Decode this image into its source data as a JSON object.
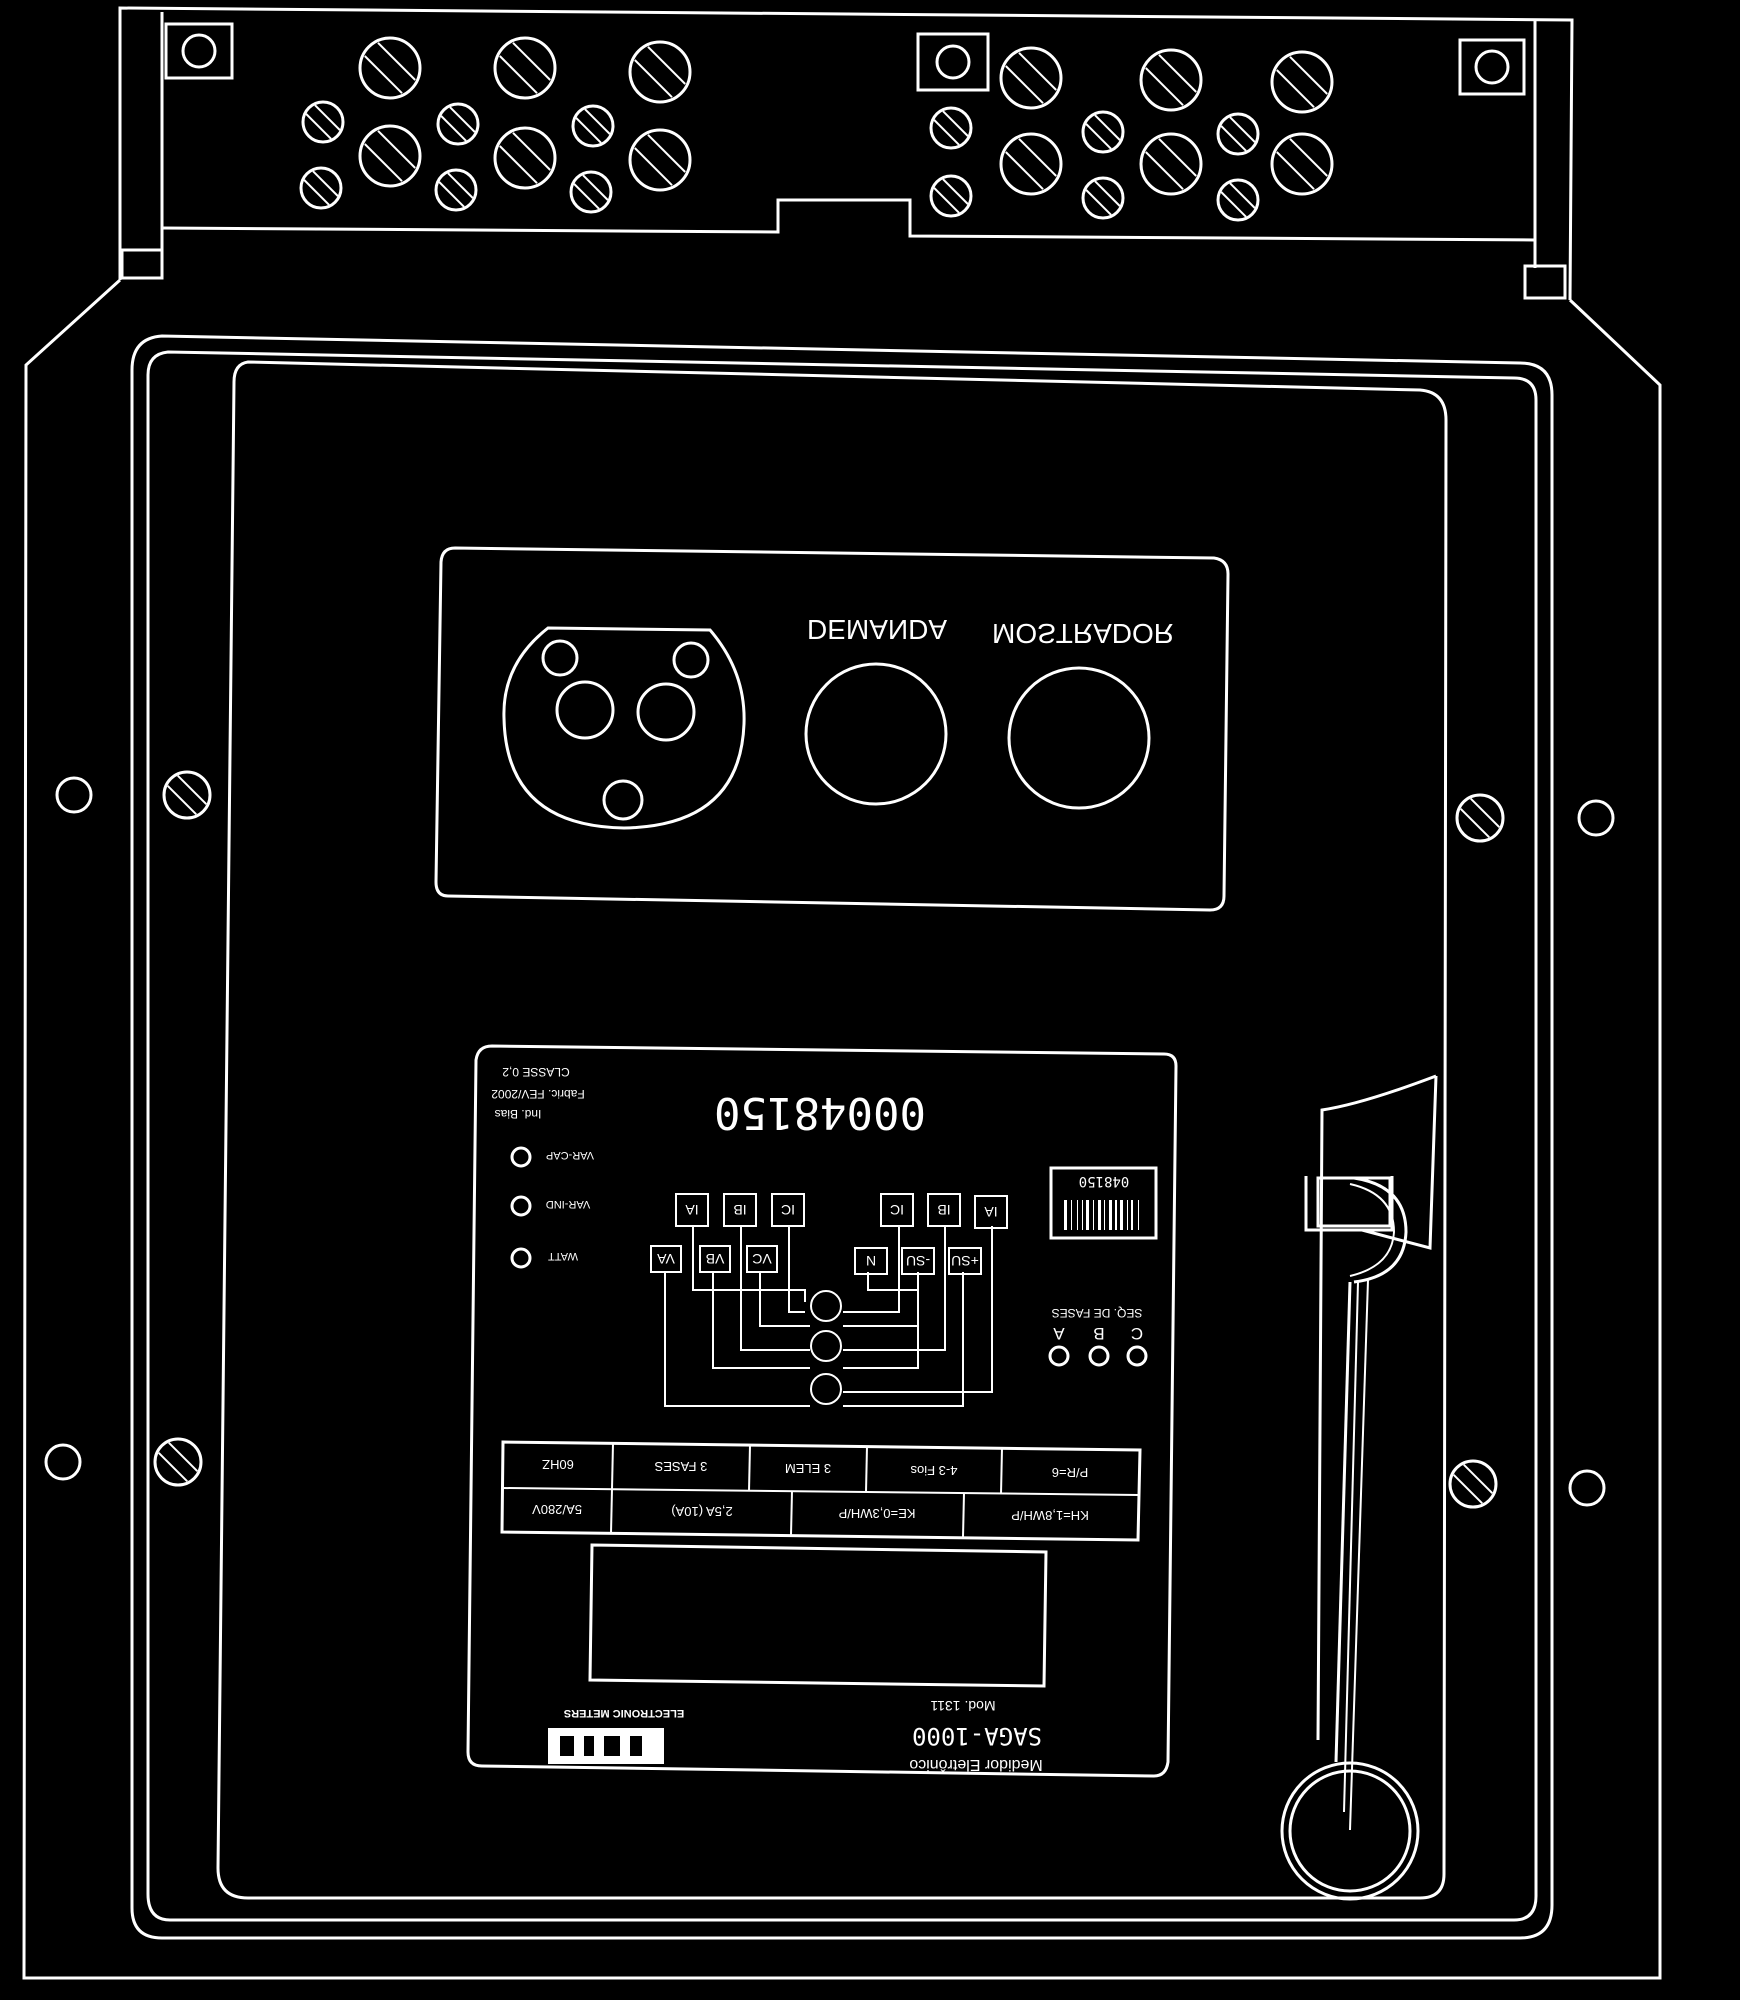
{
  "colors": {
    "background": "#000000",
    "line": "#ffffff"
  },
  "upper_panel": {
    "label_demanda": "DEMANDA",
    "label_mostrador": "MOSTRADOR"
  },
  "nameplate": {
    "serial_number": "00048150",
    "barcode_number": "048150",
    "info_lines": [
      "CLASSE 0,2",
      "Fabric. FEV/2002",
      "Ind. Bias"
    ],
    "indicators": [
      "VAR-CAP",
      "VAR-IND",
      "WATT"
    ],
    "terminals_top_left": [
      "IA",
      "IB",
      "IC"
    ],
    "terminals_top_right": [
      "IC",
      "IB",
      "IA"
    ],
    "terminals_bottom_left": [
      "VA",
      "VB",
      "VC"
    ],
    "terminals_bottom_right": [
      "N",
      "-SU",
      "+SU"
    ],
    "phase_sequence_label": "SEQ. DE FASES",
    "phases": [
      "A",
      "B",
      "C"
    ],
    "specs_row1": [
      "60HZ",
      "3 FASES",
      "3 ELEM",
      "4-3 Fios",
      "P/R=6"
    ],
    "specs_row2": [
      "5A/280V",
      "2,5A (10A)",
      "KE=0,3WH/P",
      "KH=1,8WH/P"
    ],
    "brand_text": "ELECTRONIC METERS",
    "model_line": "Mod. 1311",
    "product_name": "SAGA-1000",
    "product_desc": "Medidor Eletrônico"
  }
}
